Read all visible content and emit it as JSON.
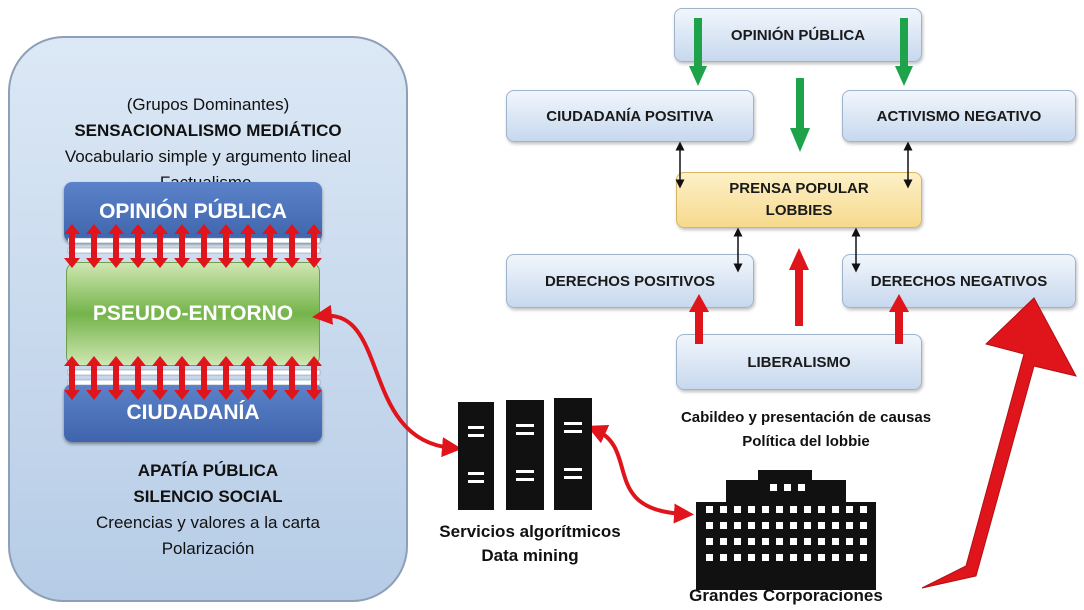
{
  "left_panel": {
    "line1": "(Grupos Dominantes)",
    "line2": "SENSACIONALISMO MEDIÁTICO",
    "line3": "Vocabulario simple y argumento lineal",
    "line4": "Factualismo.",
    "top_band": "OPINIÓN PÚBLICA",
    "middle_band": "PSEUDO-ENTORNO",
    "bottom_band": "CIUDADANÍA",
    "line5": "APATÍA PÚBLICA",
    "line6": "SILENCIO SOCIAL",
    "line7": "Creencias y valores a la carta",
    "line8": "Polarización"
  },
  "right_diagram": {
    "opinion_publica": "OPINIÓN PÚBLICA",
    "ciudadania_positiva": "CIUDADANÍA POSITIVA",
    "activismo_negativo": "ACTIVISMO NEGATIVO",
    "prensa_popular": "PRENSA POPULAR",
    "lobbies": "LOBBIES",
    "derechos_positivos": "DERECHOS POSITIVOS",
    "derechos_negativos": "DERECHOS NEGATIVOS",
    "liberalismo": "LIBERALISMO"
  },
  "captions": {
    "cabildeo": "Cabildeo y presentación de causas",
    "politica": "Política del lobbie",
    "servicios": "Servicios algorítmicos",
    "data_mining": "Data mining",
    "corporaciones": "Grandes Corporaciones"
  },
  "colors": {
    "green_arrow": "#1fa34a",
    "red_arrow": "#e0141b",
    "blue_band": "#4a72bf",
    "yellow_box": "#f8dfa0"
  }
}
